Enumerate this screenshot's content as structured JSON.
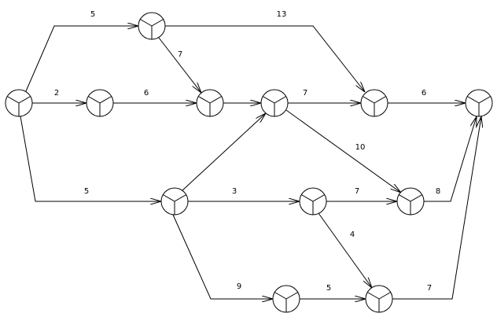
{
  "diagram": {
    "nodes": [
      {
        "id": "n1"
      },
      {
        "id": "n2"
      },
      {
        "id": "n3"
      },
      {
        "id": "n4"
      },
      {
        "id": "n5"
      },
      {
        "id": "n6"
      },
      {
        "id": "n7"
      },
      {
        "id": "n8"
      },
      {
        "id": "n9"
      },
      {
        "id": "n10"
      },
      {
        "id": "n11"
      },
      {
        "id": "n12"
      }
    ],
    "edges": [
      {
        "from": "n1",
        "to": "n3",
        "label": "5"
      },
      {
        "from": "n1",
        "to": "n2",
        "label": "2"
      },
      {
        "from": "n1",
        "to": "n7",
        "label": "5"
      },
      {
        "from": "n2",
        "to": "n4",
        "label": "6"
      },
      {
        "from": "n3",
        "to": "n4",
        "label": "7"
      },
      {
        "from": "n3",
        "to": "n6",
        "label": "13"
      },
      {
        "from": "n4",
        "to": "n5",
        "label": ""
      },
      {
        "from": "n5",
        "to": "n6",
        "label": "7"
      },
      {
        "from": "n5",
        "to": "n9",
        "label": "10"
      },
      {
        "from": "n7",
        "to": "n5",
        "label": ""
      },
      {
        "from": "n6",
        "to": "n12",
        "label": "6"
      },
      {
        "from": "n7",
        "to": "n8",
        "label": "3"
      },
      {
        "from": "n7",
        "to": "n10",
        "label": "9"
      },
      {
        "from": "n8",
        "to": "n9",
        "label": "7"
      },
      {
        "from": "n8",
        "to": "n11",
        "label": "4"
      },
      {
        "from": "n10",
        "to": "n11",
        "label": "5"
      },
      {
        "from": "n9",
        "to": "n12",
        "label": "8"
      },
      {
        "from": "n11",
        "to": "n12",
        "label": "7"
      }
    ]
  }
}
